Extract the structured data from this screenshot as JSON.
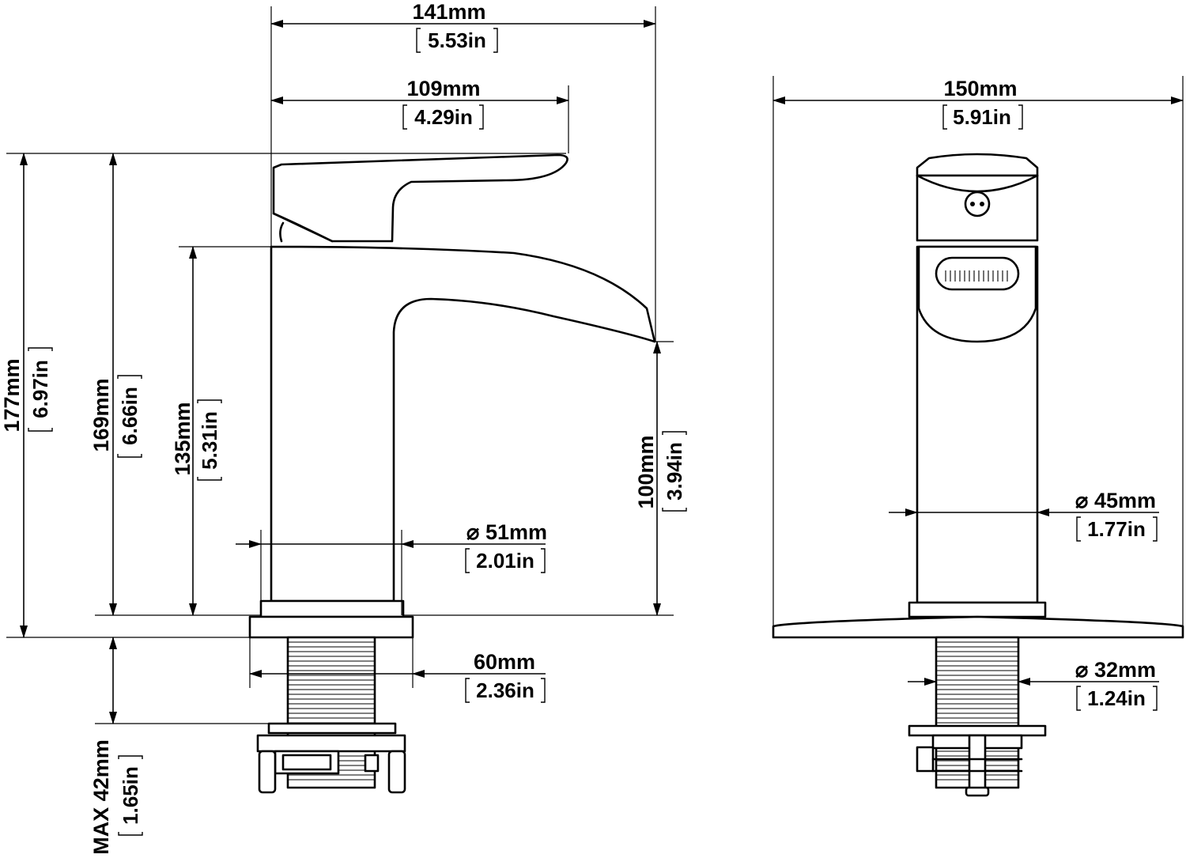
{
  "side_view": {
    "total_width": {
      "mm": "141mm",
      "in": "5.53in"
    },
    "handle_reach": {
      "mm": "109mm",
      "in": "4.29in"
    },
    "total_height": {
      "mm": "177mm",
      "in": "6.97in"
    },
    "height_above_base": {
      "mm": "169mm",
      "in": "6.66in"
    },
    "spout_top_height": {
      "mm": "135mm",
      "in": "5.31in"
    },
    "spout_outlet_height": {
      "mm": "100mm",
      "in": "3.94in"
    },
    "body_diameter": {
      "mm": "51mm",
      "in": "2.01in",
      "symbol": "⌀"
    },
    "base_plate_width": {
      "mm": "60mm",
      "in": "2.36in"
    },
    "max_deck_thickness": {
      "mm": "MAX 42mm",
      "in": "1.65in"
    }
  },
  "front_view": {
    "deck_plate_width": {
      "mm": "150mm",
      "in": "5.91in"
    },
    "body_diameter": {
      "mm": "45mm",
      "in": "1.77in",
      "symbol": "⌀"
    },
    "shank_diameter": {
      "mm": "32mm",
      "in": "1.24in",
      "symbol": "⌀"
    }
  }
}
